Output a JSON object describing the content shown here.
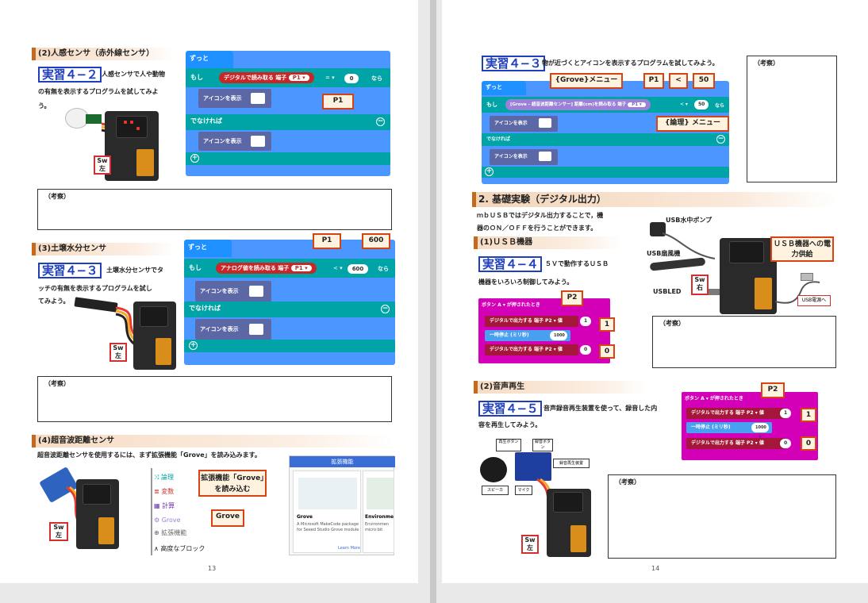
{
  "left_page": {
    "number": "13",
    "sec2": {
      "heading": "(2)人感センサ（赤外線センサ）",
      "exp_label": "実習４−２",
      "text1": "人感センサで人や動物",
      "text2": "の有無を表示するプログラムを試してみよ",
      "text3": "う。",
      "sw": "Sw",
      "sw_pos": "左",
      "blocks": {
        "forever": "ずっと",
        "if": "もし",
        "read": "デジタルで読み取る 端子",
        "pin": "P1 ▾",
        "op": "= ▾",
        "val": "0",
        "then": "なら",
        "show_icon": "アイコンを表示",
        "else": "でなければ",
        "plus": "+",
        "minus": "−"
      },
      "callout": "P1"
    },
    "consider1": "（考察）",
    "sec3": {
      "heading": "(3)土壌水分センサ",
      "exp_label": "実習４−３",
      "text1": "土壌水分センサでタ",
      "text2": "ッチの有無を表示するプログラムを試し",
      "text3": "てみよう。",
      "sw": "Sw",
      "sw_pos": "左",
      "blocks": {
        "forever": "ずっと",
        "if": "もし",
        "read": "アナログ値を読み取る 端子",
        "pin": "P1 ▾",
        "op": "< ▾",
        "val": "600",
        "then": "なら",
        "show_icon": "アイコンを表示",
        "else": "でなければ"
      },
      "callout_pin": "P1",
      "callout_val": "600"
    },
    "consider2": "（考察）",
    "sec4": {
      "heading": "(4)超音波距離センサ",
      "text": "超音波距離センサを使用するには、まず拡張機能「Grove」を読み込みます。",
      "sw": "Sw",
      "sw_pos": "左",
      "menu": [
        "論理",
        "変数",
        "計算",
        "Grove",
        "拡張機能",
        "高度なブロック"
      ],
      "callout_ext": "拡張機能「Grove」を読み込む",
      "callout_grove": "Grove",
      "ext_header": "拡張機能",
      "card1_title": "Grove",
      "card1_desc": "A Microsoft MakeCode package for Seeed Studio Grove module",
      "card1_link": "Learn More",
      "card2_title": "Environme",
      "card2_desc": "Environmen micro:bit"
    }
  },
  "right_page": {
    "number": "14",
    "top": {
      "exp_label": "実習４−３",
      "text": "物が近づくとアイコンを表示するプログラムを試してみよう。",
      "consider": "（考察）",
      "blocks": {
        "forever": "ずっと",
        "if": "もし",
        "read": "[Grove - 超音波距離センサー] 距離(cm)を読み取る 端子",
        "pin": "P1 ▾",
        "op": "< ▾",
        "val": "50",
        "then": "なら",
        "show_icon": "アイコンを表示",
        "else": "でなければ"
      },
      "call_grove": "{Grove}メニュー",
      "call_p1": "P1",
      "call_lt": "<",
      "call_50": "50",
      "call_logic": "{論理} メニュー"
    },
    "sec_digital": {
      "heading": "2. 基礎実験（デジタル出力）",
      "text1": "ｍｂＵＳＢではデジタル出力することで，機",
      "text2": "器のＯＮ／ＯＦＦを行うことができます。",
      "sub": "(1)ＵＳＢ機器",
      "exp_label": "実習４−４",
      "text3": "５Ｖで動作するＵＳＢ",
      "text4": "機器をいろいろ制御してみよう。",
      "pump": "USB水中ポンプ",
      "fan": "USB扇風機",
      "led": "USBLED",
      "sw": "Sw",
      "sw_pos": "右",
      "power_call": "ＵＳＢ機器への電力供給",
      "power_label": "USB電源へ",
      "consider": "（考察）",
      "blocks": {
        "hat": "ボタン A ▾ が押されたとき",
        "write1": "デジタルで出力する 端子 P2 ▾ 値",
        "v1": "1",
        "pause": "一時停止 (ミリ秒)",
        "ms": "1000 ▾",
        "write2": "デジタルで出力する 端子 P2 ▾ 値",
        "v2": "0"
      },
      "call_p2": "P2",
      "call_1": "1",
      "call_0": "0"
    },
    "sec_audio": {
      "sub": "(2)音声再生",
      "exp_label": "実習４−５",
      "text1": "音声録音再生装置を使って、録音した内",
      "text2": "容を再生してみよう。",
      "sw": "Sw",
      "sw_pos": "左",
      "lbl_play": "再生ボタン",
      "lbl_rec": "録音ボタン",
      "lbl_dev": "録音再生装置",
      "lbl_speaker": "スピーカ",
      "lbl_mic": "マイク",
      "consider": "（考察）",
      "blocks": {
        "hat": "ボタン A ▾ が押されたとき",
        "write1": "デジタルで出力する 端子 P2 ▾ 値",
        "v1": "1",
        "pause": "一時停止 (ミリ秒)",
        "ms": "1000 ▾",
        "write2": "デジタルで出力する 端子 P2 ▾ 値",
        "v2": "0"
      },
      "call_p2": "P2",
      "call_1": "1",
      "call_0": "0"
    }
  }
}
